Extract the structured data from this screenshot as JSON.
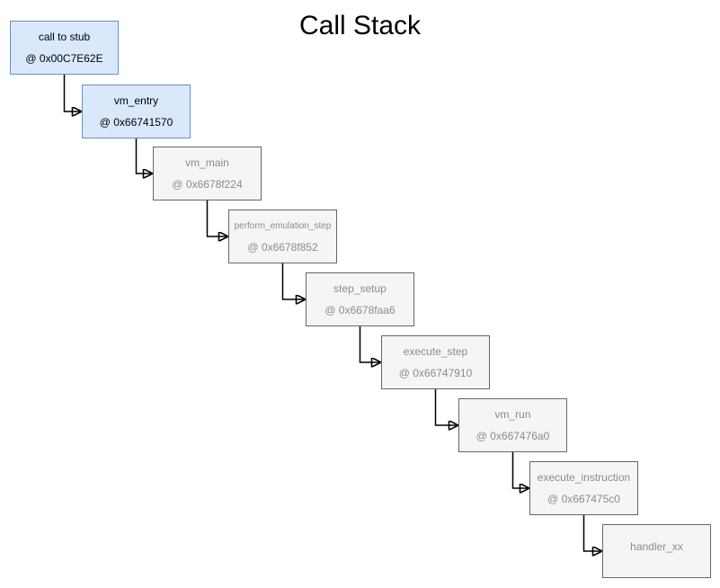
{
  "title": "Call Stack",
  "colors": {
    "blue_fill": "#DAE8FC",
    "blue_border": "#6C8EBF",
    "blue_text": "#000000",
    "gray_fill": "#F5F5F5",
    "gray_border": "#666666",
    "gray_text": "#8C8C8C",
    "connector": "#000000"
  },
  "nodes": [
    {
      "name": "call to stub",
      "address": "@ 0x00C7E62E",
      "style": "blue"
    },
    {
      "name": "vm_entry",
      "address": "@ 0x66741570",
      "style": "blue"
    },
    {
      "name": "vm_main",
      "address": "@ 0x6678f224",
      "style": "gray"
    },
    {
      "name": "perform_emulation_step",
      "address": "@ 0x6678f852",
      "style": "gray"
    },
    {
      "name": "step_setup",
      "address": "@ 0x6678faa6",
      "style": "gray"
    },
    {
      "name": "execute_step",
      "address": "@ 0x66747910",
      "style": "gray"
    },
    {
      "name": "vm_run",
      "address": "@ 0x667476a0",
      "style": "gray"
    },
    {
      "name": "execute_instruction",
      "address": "@ 0x667475c0",
      "style": "gray"
    },
    {
      "name": "handler_xx",
      "address": "",
      "style": "gray"
    }
  ]
}
